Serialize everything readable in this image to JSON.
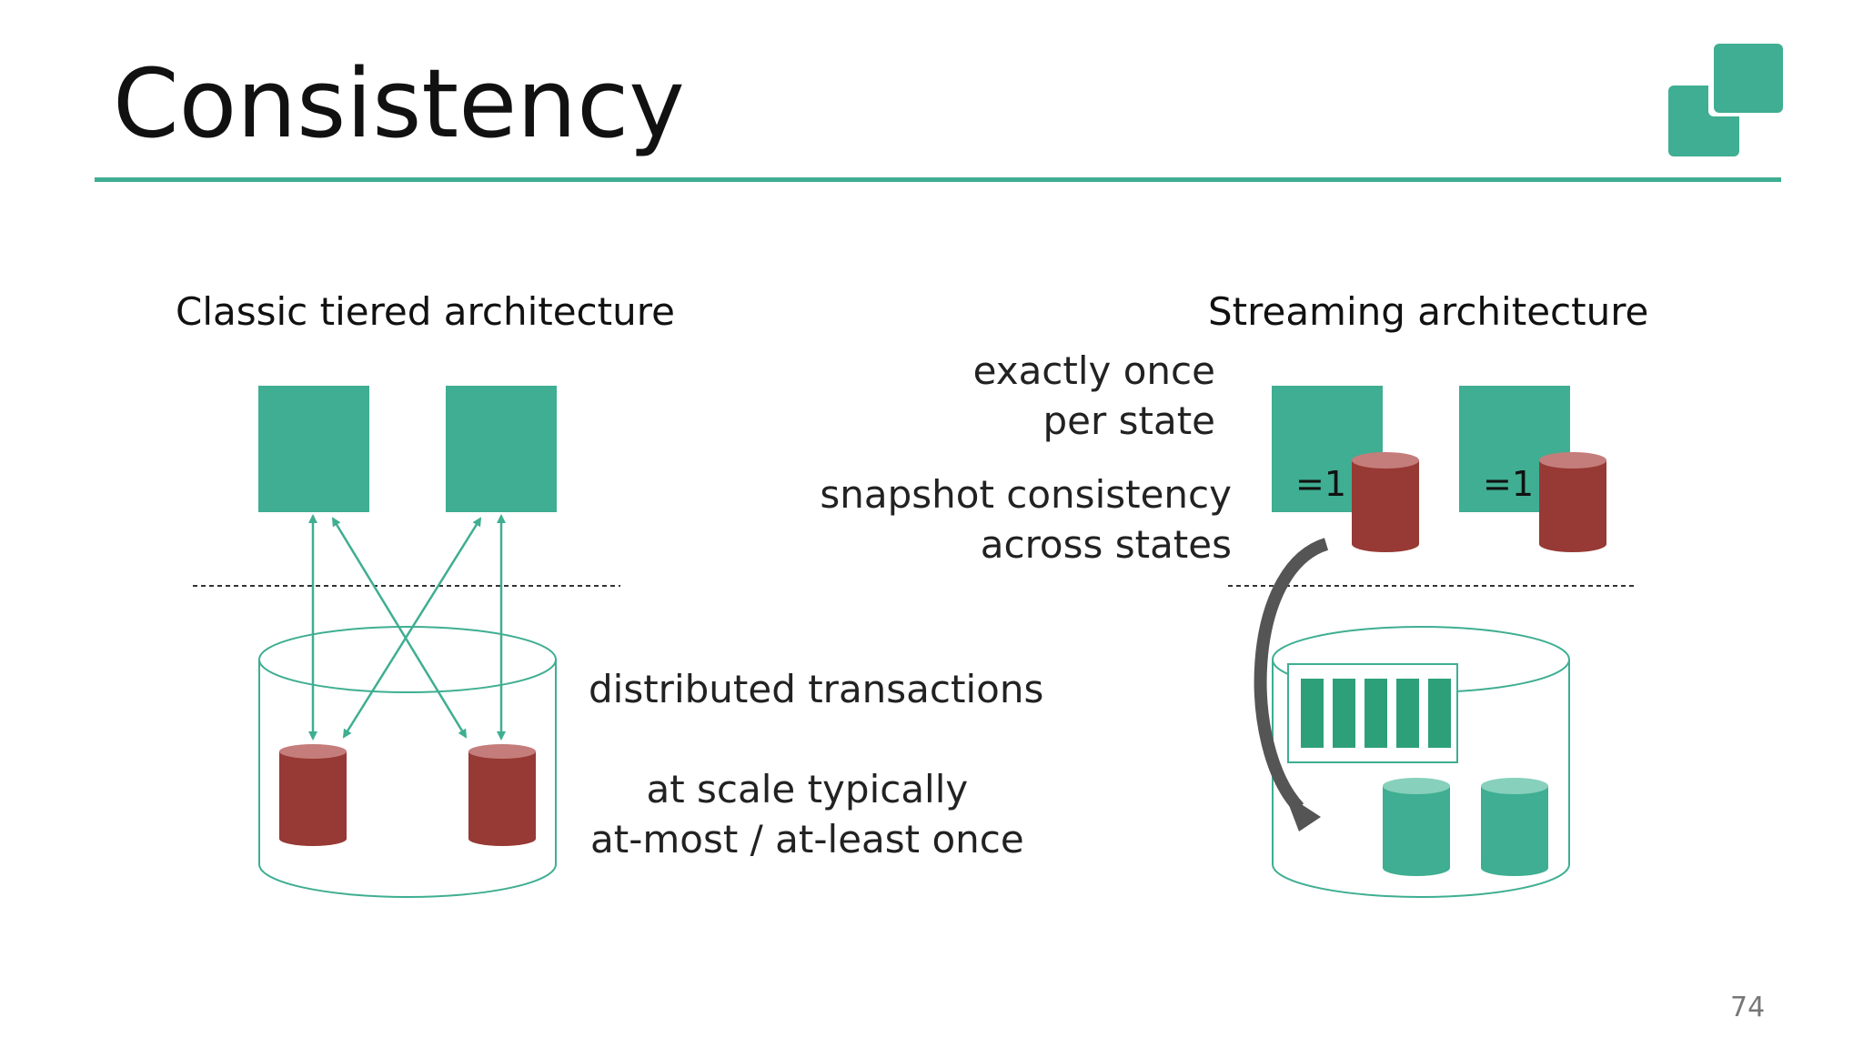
{
  "slide": {
    "title": "Consistency",
    "page_number": "74"
  },
  "colors": {
    "accent": "#3fae92",
    "state_red": "#973934",
    "state_red_top": "#c47d7b",
    "queue_green": "#2ea079"
  },
  "left_panel": {
    "heading": "Classic tiered architecture",
    "note_primary": "distributed transactions",
    "note_secondary_line1": "at scale typically",
    "note_secondary_line2": "at-most / at-least once"
  },
  "right_panel": {
    "heading": "Streaming architecture",
    "note_exactly_line1": "exactly once",
    "note_exactly_line2": "per state",
    "note_snapshot_line1": "snapshot consistency",
    "note_snapshot_line2": "across states",
    "operator_labels": [
      "=1",
      "=1"
    ]
  },
  "icons": {
    "logo": "stacked-squares-logo"
  }
}
